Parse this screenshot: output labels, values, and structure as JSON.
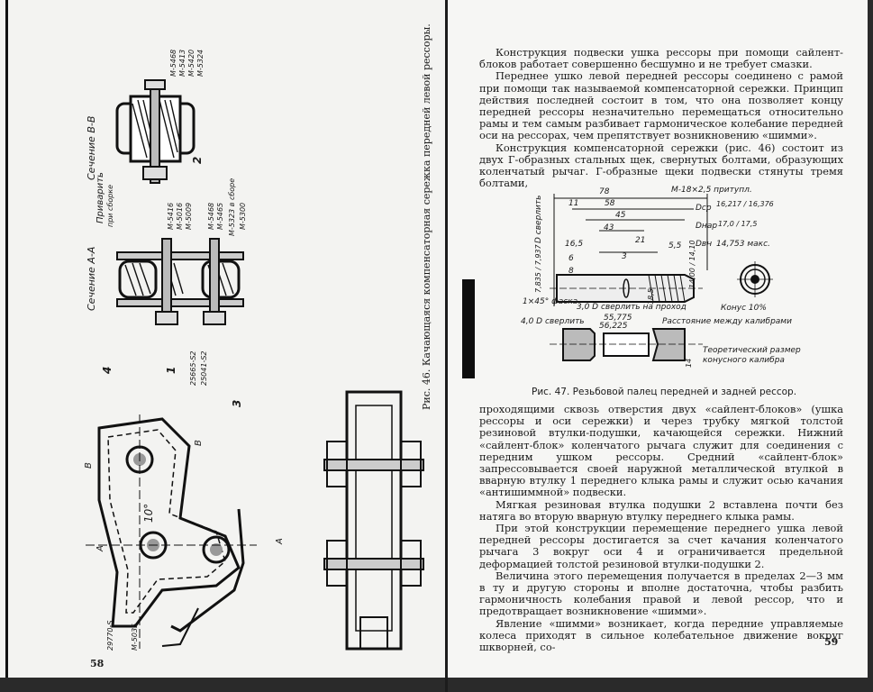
{
  "left_page": {
    "page_number": "58",
    "figure_caption": "Рис. 46. Качающаяся компенсаторная сережка передней левой рессоры.",
    "labels": {
      "section_bb": "Сечение В-В",
      "section_aa": "Сечение А-А",
      "privarit": "Приварить",
      "privarit_sub": "при сборке",
      "parts_top": [
        "М-5468",
        "М-5413",
        "М-5420",
        "М-5324"
      ],
      "parts_mid": [
        "М-5416",
        "М-5016",
        "М-5009",
        "М-5468",
        "М-5465",
        "М-5323 в сборе",
        "М-5300"
      ],
      "parts_bottom": [
        "25665-S2",
        "25041-S2"
      ],
      "parts_lower": [
        "29770-S",
        "М-5035"
      ],
      "num_1": "1",
      "num_2": "2",
      "num_3": "3",
      "num_4": "4",
      "letter_v1": "В",
      "letter_v2": "В",
      "letter_a1": "А",
      "letter_a2": "А",
      "angle": "10°"
    }
  },
  "right_page": {
    "page_number": "59",
    "paragraphs_top": [
      "Конструкция подвески ушка рессоры при помощи сайлент-блоков работает совершенно бесшумно и не требует смазки.",
      "Переднее ушко левой передней рессоры соединено с рамой при помощи так называемой компенсаторной сережки. Принцип действия последней состоит в том, что она позволяет концу передней рессоры незначительно перемещаться относительно рамы и тем самым разбивает гармоническое колебание передней оси на рессорах, чем препятствует возникновению «шимми».",
      "Конструкция компенсаторной сережки (рис. 46) состоит из двух Г-образных стальных щек, свернутых болтами, образующих коленчатый рычаг. Г-образные щеки подвески стянуты тремя болтами,"
    ],
    "figure": {
      "caption": "Рис. 47. Резьбовой палец передней и задней рессор.",
      "labels": {
        "d78": "78",
        "d58": "58",
        "d45": "45",
        "d43": "43",
        "d11": "11",
        "d21": "21",
        "d165": "16,5",
        "d6": "6",
        "d8": "8",
        "d55": "5,5",
        "d3": "3",
        "thread": "М-18×2,5 притупл.",
        "dcp": "Dср",
        "dcp_v": "16,217 / 16,376",
        "dnar": "Dнар",
        "dnar_v": "17,0 / 17,5",
        "dvn": "Dвн",
        "dvn_v": "14,753 макс.",
        "d_sverlit": "D сверлить",
        "d7835": "7,835 / 7,937",
        "fask": "1×45° фаска",
        "sverlit4": "4,0 D сверлить",
        "sverlit3": "3,0 D сверлить на проход",
        "konus": "Конус 10%",
        "d55775": "55,775",
        "d56225": "56,225",
        "rasst": "Расстояние между калибрами",
        "d185": "18,5",
        "d1400": "14,00 / 14,10",
        "teor": "Теоретический размер конусного калибра",
        "d14": "14"
      }
    },
    "paragraphs_bottom": [
      "проходящими сквозь отверстия двух «сайлент-блоков» (ушка рессоры и оси сережки) и через трубку мягкой толстой резиновой втулки-подушки, качающейся сережки. Нижний «сайлент-блок» коленчатого рычага служит для соединения с передним ушком рессоры. Средний «сайлент-блок» запрессовывается своей наружной металлической втулкой в вварную втулку 1 переднего клыка рамы и служит осью качания «антишиммной» подвески.",
      "Мягкая резиновая втулка подушки 2 вставлена почти без натяга во вторую вварную втулку переднего клыка рамы.",
      "При этой конструкции перемещение переднего ушка левой передней рессоры достигается за счет качания коленчатого рычага 3 вокруг оси 4 и ограничивается предельной деформацией толстой резиновой втулки-подушки 2.",
      "Величина этого перемещения получается в пределах 2—3 мм в ту и другую стороны и вполне достаточна, чтобы разбить гармоничность колебания правой и левой рессор, что и предотвращает возникновение «шимми».",
      "Явление «шимми» возникает, когда передние управляемые колеса приходят в сильное колебательное движение вокруг шкворней, со-"
    ]
  }
}
